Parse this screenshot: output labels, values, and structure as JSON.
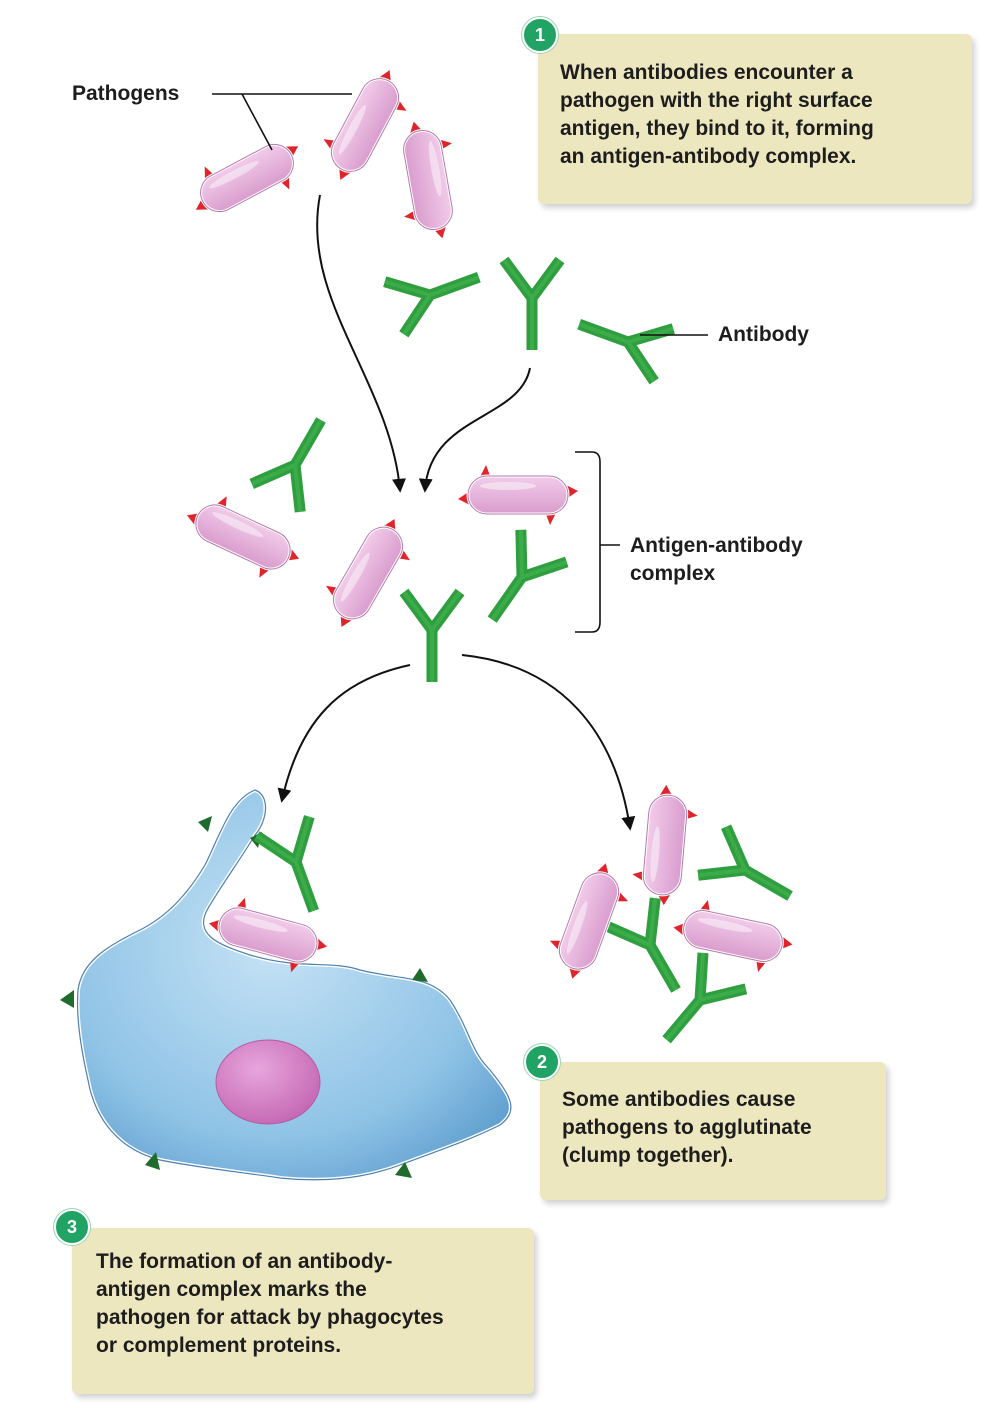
{
  "labels": {
    "pathogens": "Pathogens",
    "antibody": "Antibody",
    "complex": "Antigen-antibody\ncomplex"
  },
  "steps": [
    {
      "number": "1",
      "text": "When antibodies encounter a\npathogen with the right surface\nantigen, they bind to it, forming\nan antigen-antibody complex."
    },
    {
      "number": "2",
      "text": "Some antibodies cause\npathogens to agglutinate\n(clump together)."
    },
    {
      "number": "3",
      "text": "The formation of an antibody-\nantigen complex marks the\npathogen for attack by phagocytes\nor complement proteins."
    }
  ],
  "icons": [
    "pathogen-icon",
    "antibody-icon",
    "phagocyte-icon",
    "arrow-icon"
  ],
  "colors": {
    "pathogen_fill": "#e7b0dc",
    "antigen_spike": "#e0242b",
    "antibody": "#2e9e3e",
    "phagocyte_fill": "#8fc3e6",
    "phagocyte_nucleus": "#d27ac3",
    "callout_bg": "#ece7bf",
    "step_badge": "#21a366"
  }
}
